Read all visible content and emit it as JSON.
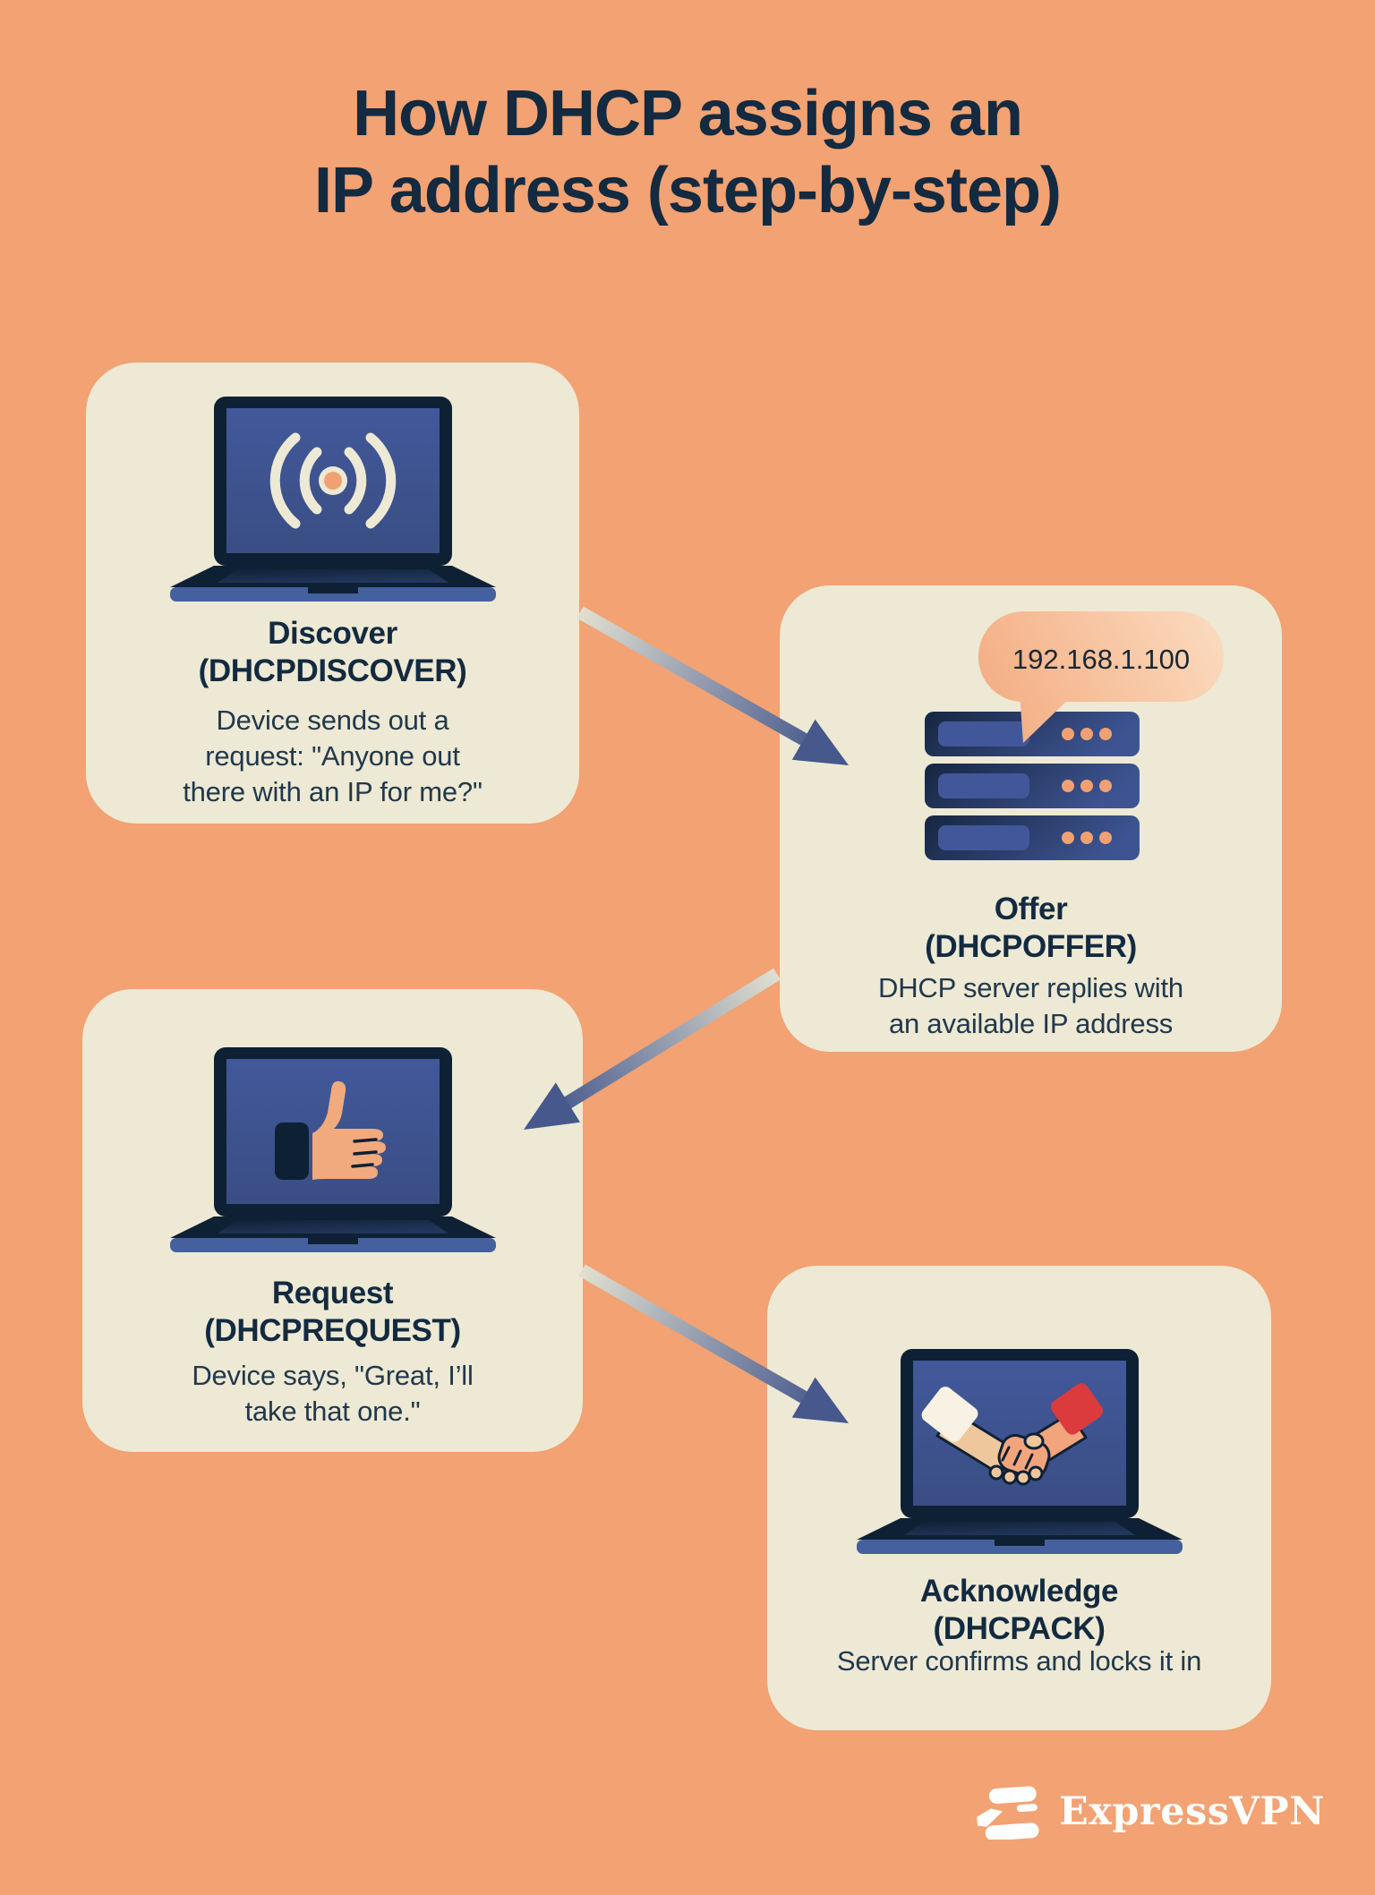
{
  "title": {
    "line1": "How DHCP assigns an",
    "line2": "IP address (step-by-step)"
  },
  "steps": [
    {
      "heading": "Discover",
      "code": "(DHCPDISCOVER)",
      "body_lines": [
        "Device sends out a",
        "request: \"Anyone out",
        "there with an IP for me?\""
      ],
      "icon": "laptop-broadcast-icon"
    },
    {
      "heading": "Offer",
      "code": "(DHCPOFFER)",
      "body_lines": [
        "DHCP server replies with",
        "an available IP address"
      ],
      "icon": "server-stack-icon",
      "bubble_text": "192.168.1.100"
    },
    {
      "heading": "Request",
      "code": "(DHCPREQUEST)",
      "body_lines": [
        "Device says, \"Great, I’ll",
        "take that one.\""
      ],
      "icon": "laptop-thumbs-up-icon"
    },
    {
      "heading": "Acknowledge",
      "code": "(DHCPACK)",
      "body_lines": [
        "Server confirms and locks it in"
      ],
      "icon": "laptop-handshake-icon"
    }
  ],
  "footer": {
    "brand": "ExpressVPN"
  },
  "colors": {
    "background": "#F2A273",
    "card": "#EDE9D4",
    "heading_text": "#132A40",
    "body_text": "#22384C",
    "accent_orange": "#F0A173",
    "laptop_frame": "#0E2134",
    "screen_blue": "#41578F",
    "arrow_blue": "#46588C",
    "bubble_peach": "#F3A97E",
    "cuff_red": "#DB3B3D",
    "hand_tan": "#EFC79D",
    "hand_salmon": "#F2A57D",
    "logo_white": "#FFFFFF"
  }
}
